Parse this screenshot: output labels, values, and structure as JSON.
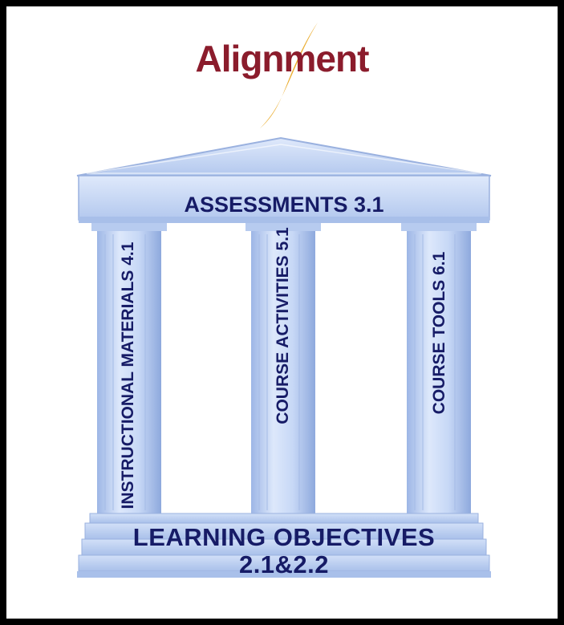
{
  "title": "Alignment",
  "roof_label": "ASSESSMENTS 3.1",
  "pillars": [
    {
      "label": "INSTRUCTIONAL MATERIALS 4.1"
    },
    {
      "label": "COURSE ACTIVITIES 5.1"
    },
    {
      "label": "COURSE TOOLS 6.1"
    }
  ],
  "foundation": {
    "line1": "LEARNING OBJECTIVES",
    "line2": "2.1&2.2"
  },
  "colors": {
    "title": "#8b1c2c",
    "text": "#161b66",
    "stone": "#b9cdef",
    "swoosh": "#e8a317",
    "background": "#000000",
    "panel": "#ffffff"
  }
}
